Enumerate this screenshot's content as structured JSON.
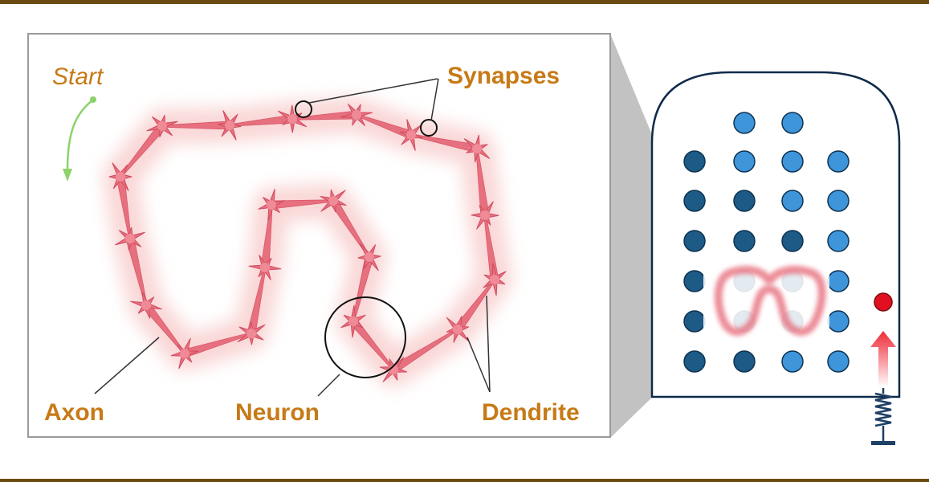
{
  "diagram": {
    "labels": {
      "start": "Start",
      "synapses": "Synapses",
      "axon": "Axon",
      "neuron": "Neuron",
      "dendrite": "Dendrite"
    },
    "colors": {
      "label": "#c77a16",
      "neuron": "#e7707e",
      "glow": "#f8c9c9",
      "arrow_green": "#8bd36a",
      "dot_dark": "#1d5a86",
      "dot_light": "#3f95da",
      "place_cell": "#e01020",
      "frame_border": "#9a9a9a",
      "magnify_fill": "#bdbdbd",
      "arena_border": "#0f2a4a"
    },
    "icons": {
      "spring": "spring-icon",
      "up_arrow": "up-arrow-icon"
    }
  }
}
